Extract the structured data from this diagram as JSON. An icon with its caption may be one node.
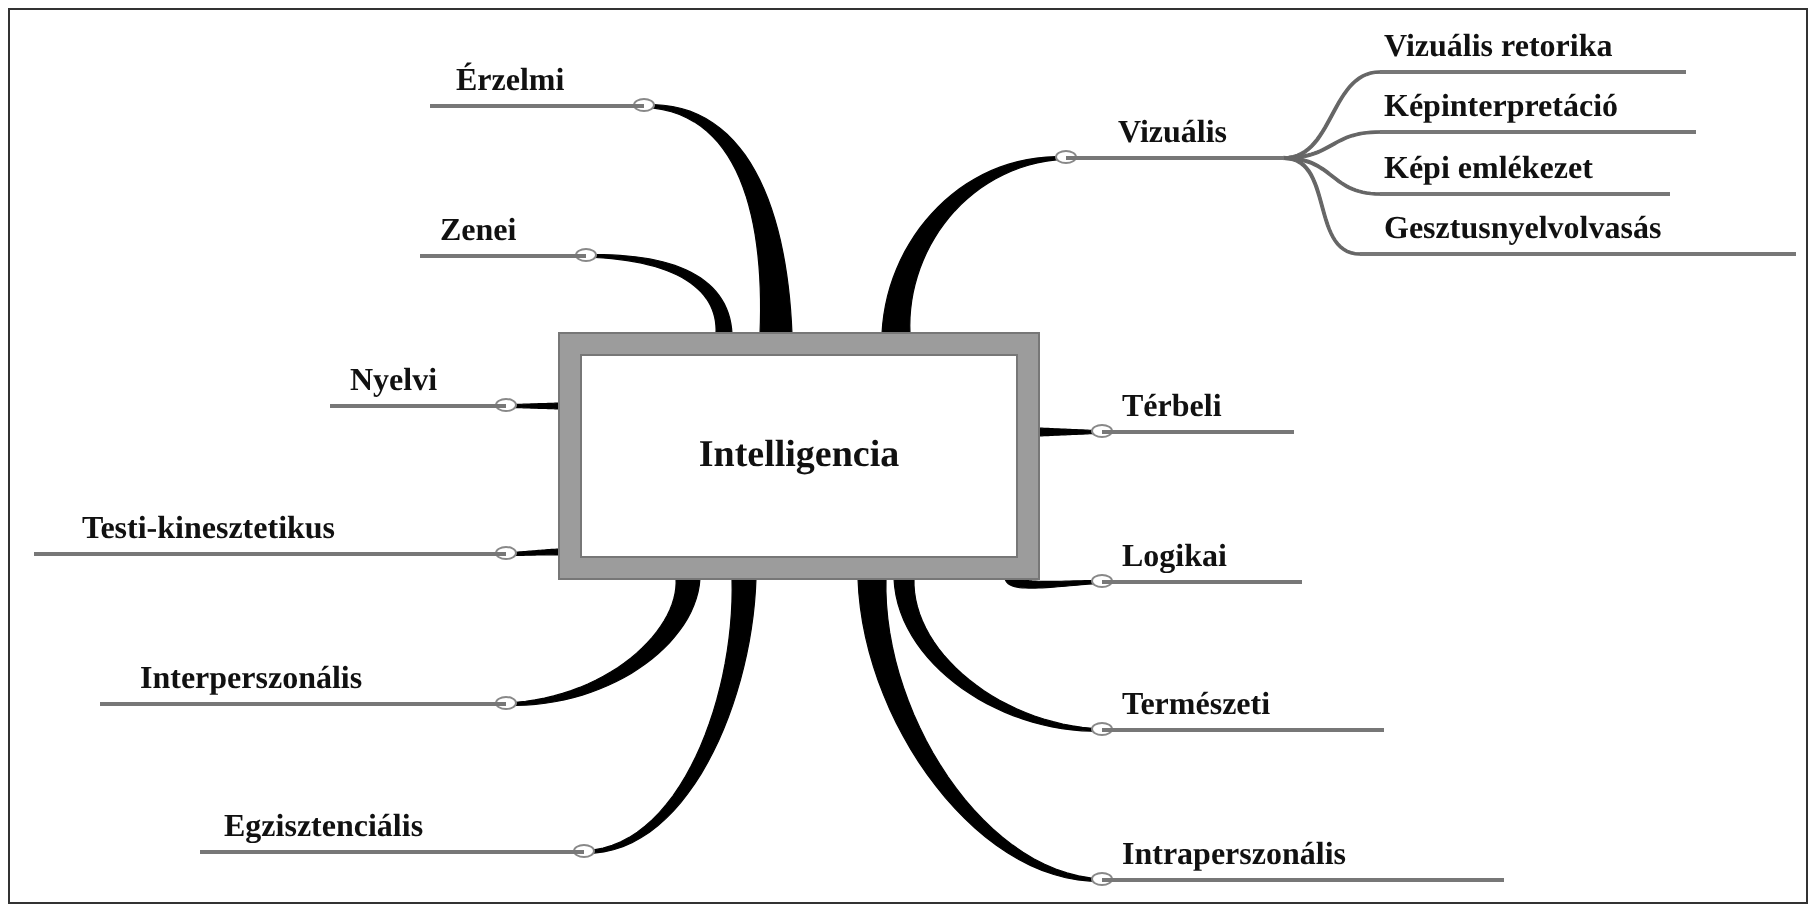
{
  "diagram": {
    "nodes": [
      {
        "text": [
          "Intelligencia"
        ]
      },
      {
        "text": [
          "Érzelmi"
        ]
      },
      {
        "text": [
          "Zenei"
        ]
      },
      {
        "text": [
          "Vizuális"
        ]
      },
      {
        "text": [
          "Vizuális retorika"
        ]
      },
      {
        "text": [
          "Képinterpretáció"
        ]
      },
      {
        "text": [
          "Képi emlékezet"
        ]
      },
      {
        "text": [
          "Gesztusnyelvolvasás"
        ]
      },
      {
        "text": [
          "Nyelvi"
        ]
      },
      {
        "text": [
          "Térbeli"
        ]
      },
      {
        "text": [
          "Testi-kinesztetikus"
        ]
      },
      {
        "text": [
          "Logikai"
        ]
      },
      {
        "text": [
          "Interperszonális"
        ]
      },
      {
        "text": [
          "Természeti"
        ]
      },
      {
        "text": [
          "Egzisztenciális"
        ]
      },
      {
        "text": [
          "Intraperszonális"
        ]
      }
    ],
    "edges": [
      {
        "from": 0,
        "to": 1,
        "arrow": "none"
      },
      {
        "from": 0,
        "to": 2,
        "arrow": "none"
      },
      {
        "from": 0,
        "to": 3,
        "arrow": "none"
      },
      {
        "from": 3,
        "to": 4,
        "arrow": "none",
        "color": "#666666"
      },
      {
        "from": 3,
        "to": 5,
        "arrow": "none",
        "color": "#666666"
      },
      {
        "from": 3,
        "to": 6,
        "arrow": "none",
        "color": "#666666"
      },
      {
        "from": 3,
        "to": 7,
        "arrow": "none",
        "color": "#666666"
      },
      {
        "from": 0,
        "to": 8,
        "arrow": "none"
      },
      {
        "from": 0,
        "to": 9,
        "arrow": "none"
      },
      {
        "from": 0,
        "to": 10,
        "arrow": "none"
      },
      {
        "from": 0,
        "to": 11,
        "arrow": "none"
      },
      {
        "from": 0,
        "to": 12,
        "arrow": "none"
      },
      {
        "from": 0,
        "to": 13,
        "arrow": "none"
      },
      {
        "from": 0,
        "to": 14,
        "arrow": "none"
      },
      {
        "from": 0,
        "to": 15,
        "arrow": "none"
      }
    ]
  }
}
